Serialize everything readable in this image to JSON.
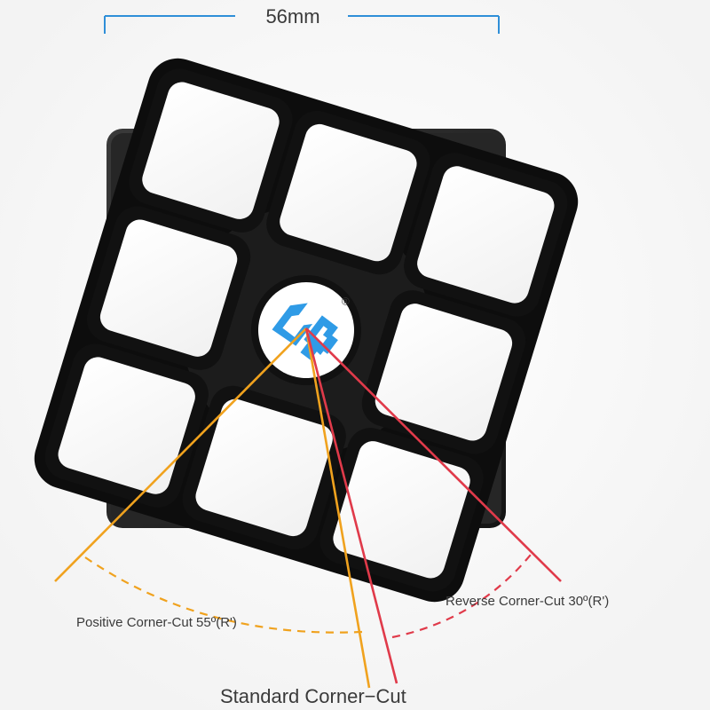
{
  "dimension": {
    "label": "56mm",
    "color": "#2f8fd8"
  },
  "labels": {
    "positive": "Positive Corner-Cut 55º(R')",
    "reverse": "Reverse Corner-Cut 30º(R')",
    "standard": "Standard Corner−Cut"
  },
  "colors": {
    "positive_line": "#f0a21e",
    "reverse_line": "#e03a4a",
    "standard_line": "#f0a21e",
    "logo": "#2f9be6",
    "sticker_frame": "#111111",
    "sticker_face": "#ffffff",
    "body_shadow": "#2a2a2a"
  },
  "logo": {
    "name": "gan-logo",
    "registered_mark": "®"
  }
}
